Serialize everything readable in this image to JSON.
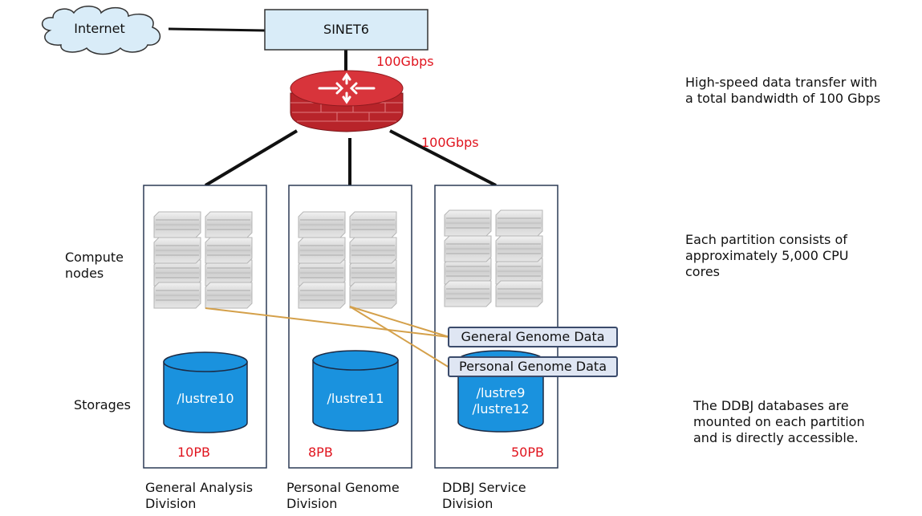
{
  "network": {
    "internet_label": "Internet",
    "sinet_label": "SINET6",
    "bw_top": "100Gbps",
    "bw_right": "100Gbps"
  },
  "side_labels": {
    "compute": "Compute\nnodes",
    "storages": "Storages"
  },
  "notes": {
    "transfer": "High-speed data transfer with\na total bandwidth of 100 Gbps",
    "partition": "Each partition consists of\napproximately 5,000 CPU\ncores",
    "ddbj": "The DDBJ databases are\nmounted on each partition\nand is directly accessible."
  },
  "partitions": [
    {
      "storage": "/lustre10",
      "capacity": "10PB",
      "name": "General Analysis\nDivision"
    },
    {
      "storage": "/lustre11",
      "capacity": "8PB",
      "name": "Personal Genome\nDivision"
    },
    {
      "storage": "/lustre9\n/lustre12",
      "capacity": "50PB",
      "name": "DDBJ Service\nDivision"
    }
  ],
  "data_tags": {
    "general": "General Genome Data",
    "personal": "Personal Genome Data"
  },
  "colors": {
    "cylinder": "#1a92de",
    "bandwidth": "#e0141e",
    "sinet_fill": "#d9ecf8",
    "link_line": "#d4a04a"
  }
}
